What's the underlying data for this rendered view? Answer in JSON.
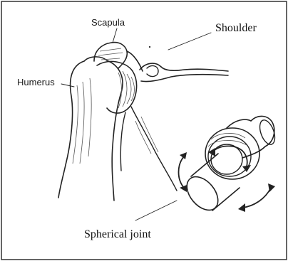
{
  "labels": {
    "scapula": "Scapula",
    "shoulder": "Shoulder",
    "humerus": "Humerus",
    "spherical_joint": "Spherical joint"
  }
}
